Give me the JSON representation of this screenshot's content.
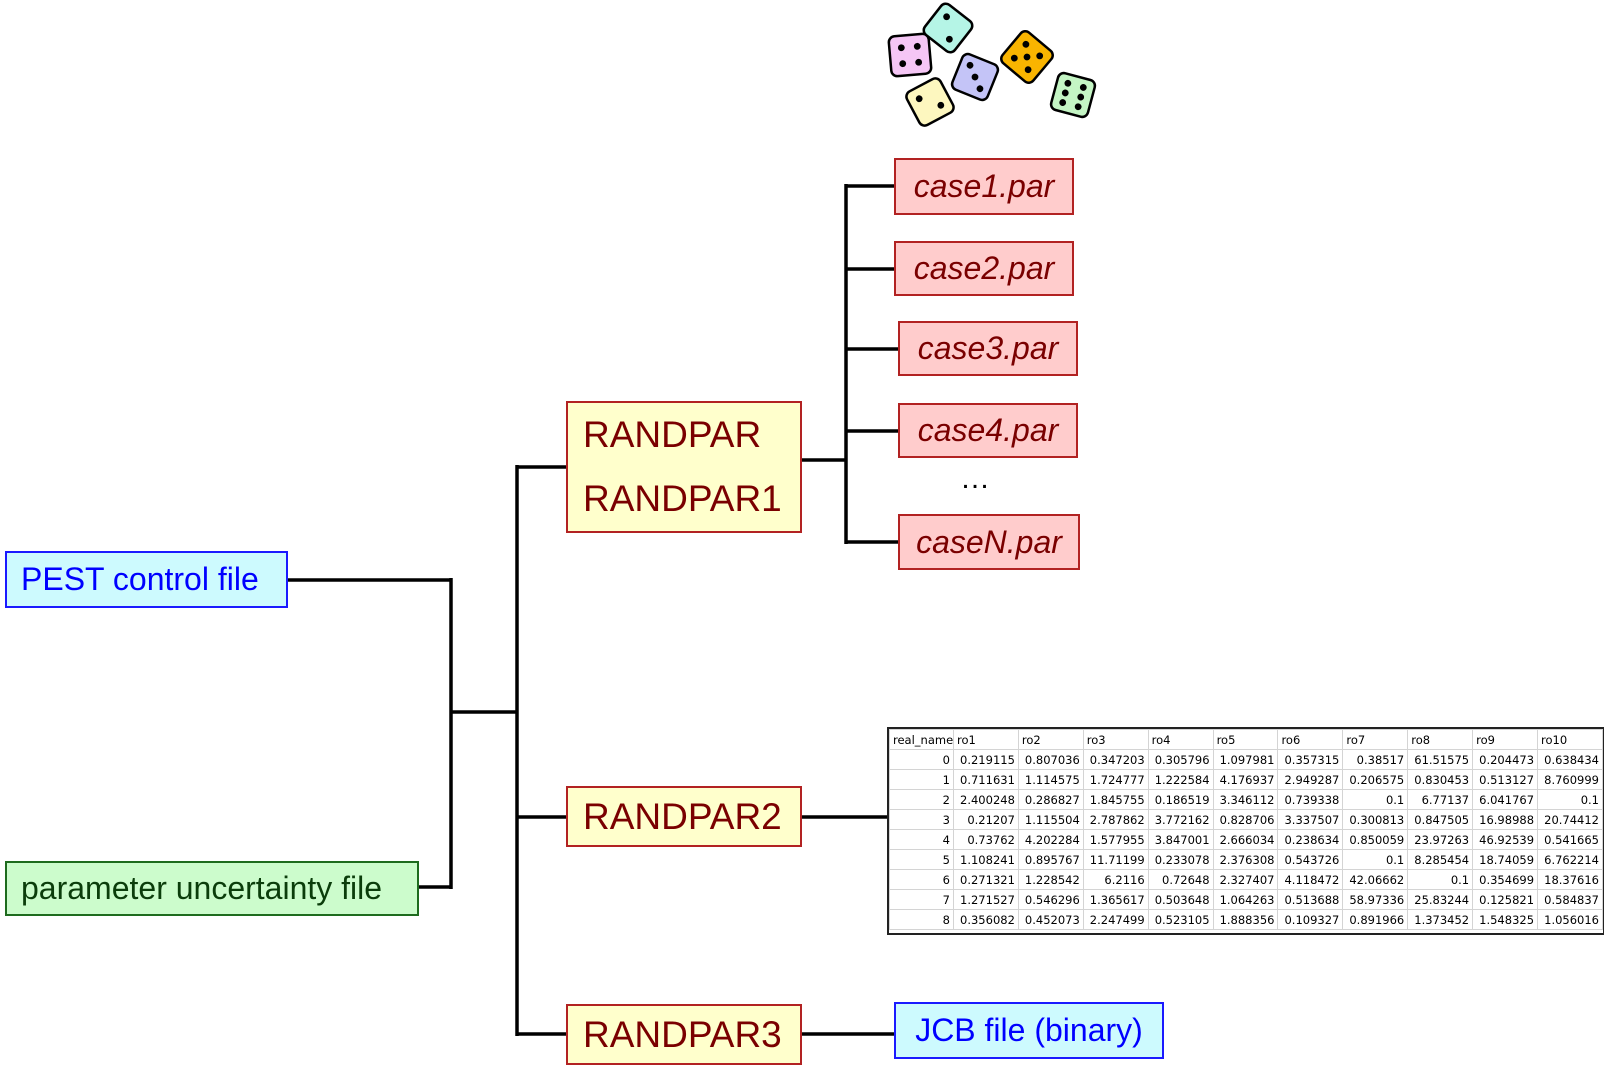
{
  "inputs": {
    "pest_control_file": "PEST control file",
    "parameter_uncertainty_file": "parameter uncertainty file"
  },
  "programs": {
    "randpar": "RANDPAR",
    "randpar1": "RANDPAR1",
    "randpar2": "RANDPAR2",
    "randpar3": "RANDPAR3"
  },
  "cases": [
    "case1.par",
    "case2.par",
    "case3.par",
    "case4.par"
  ],
  "ellipsis": "…",
  "case_last": "caseN.par",
  "jcb_output": "JCB file (binary)",
  "dice": [
    {
      "color": "#f5c6f5",
      "pips": 4
    },
    {
      "color": "#b5f5e6",
      "pips": 2
    },
    {
      "color": "#fdf7bf",
      "pips": 2
    },
    {
      "color": "#c4c4f7",
      "pips": 3
    },
    {
      "color": "#f9b400",
      "pips": 5
    },
    {
      "color": "#c4f5c4",
      "pips": 6
    }
  ],
  "table": {
    "headers": [
      "real_name",
      "ro1",
      "ro2",
      "ro3",
      "ro4",
      "ro5",
      "ro6",
      "ro7",
      "ro8",
      "ro9",
      "ro10"
    ],
    "rows": [
      [
        "0",
        "0.219115",
        "0.807036",
        "0.347203",
        "0.305796",
        "1.097981",
        "0.357315",
        "0.38517",
        "61.51575",
        "0.204473",
        "0.638434"
      ],
      [
        "1",
        "0.711631",
        "1.114575",
        "1.724777",
        "1.222584",
        "4.176937",
        "2.949287",
        "0.206575",
        "0.830453",
        "0.513127",
        "8.760999"
      ],
      [
        "2",
        "2.400248",
        "0.286827",
        "1.845755",
        "0.186519",
        "3.346112",
        "0.739338",
        "0.1",
        "6.77137",
        "6.041767",
        "0.1"
      ],
      [
        "3",
        "0.21207",
        "1.115504",
        "2.787862",
        "3.772162",
        "0.828706",
        "3.337507",
        "0.300813",
        "0.847505",
        "16.98988",
        "20.74412"
      ],
      [
        "4",
        "0.73762",
        "4.202284",
        "1.577955",
        "3.847001",
        "2.666034",
        "0.238634",
        "0.850059",
        "23.97263",
        "46.92539",
        "0.541665"
      ],
      [
        "5",
        "1.108241",
        "0.895767",
        "11.71199",
        "0.233078",
        "2.376308",
        "0.543726",
        "0.1",
        "8.285454",
        "18.74059",
        "6.762214"
      ],
      [
        "6",
        "0.271321",
        "1.228542",
        "6.2116",
        "0.72648",
        "2.327407",
        "4.118472",
        "42.06662",
        "0.1",
        "0.354699",
        "18.37616"
      ],
      [
        "7",
        "1.271527",
        "0.546296",
        "1.365617",
        "0.503648",
        "1.064263",
        "0.513688",
        "58.97336",
        "25.83244",
        "0.125821",
        "0.584837"
      ],
      [
        "8",
        "0.356082",
        "0.452073",
        "2.247499",
        "0.523105",
        "1.888356",
        "0.109327",
        "0.891966",
        "1.373452",
        "1.548325",
        "1.056016"
      ]
    ]
  }
}
